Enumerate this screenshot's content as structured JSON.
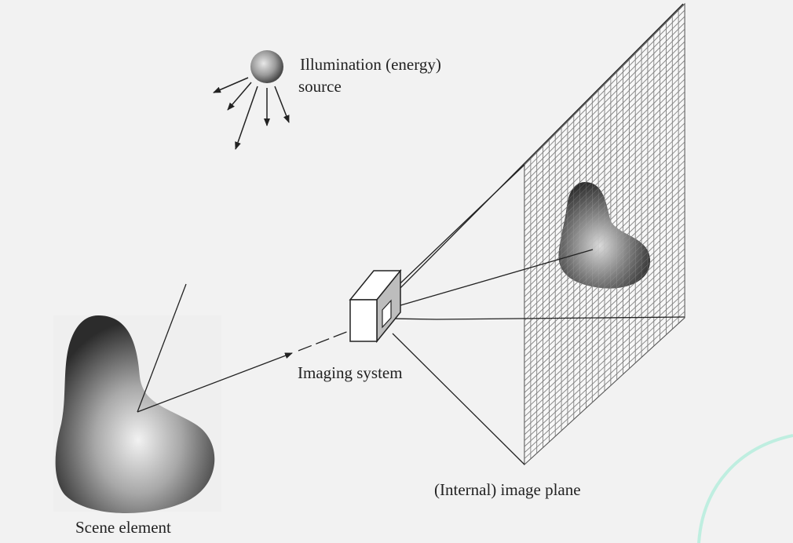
{
  "labels": {
    "illumination_line1": "Illumination (energy)",
    "illumination_line2": "source",
    "imaging_system": "Imaging system",
    "image_plane": "(Internal) image plane",
    "scene_element": "Scene element"
  },
  "colors": {
    "background": "#f2f2f2",
    "line": "#222222",
    "grid": "#555555",
    "accent_arc": "#bfeee0"
  }
}
